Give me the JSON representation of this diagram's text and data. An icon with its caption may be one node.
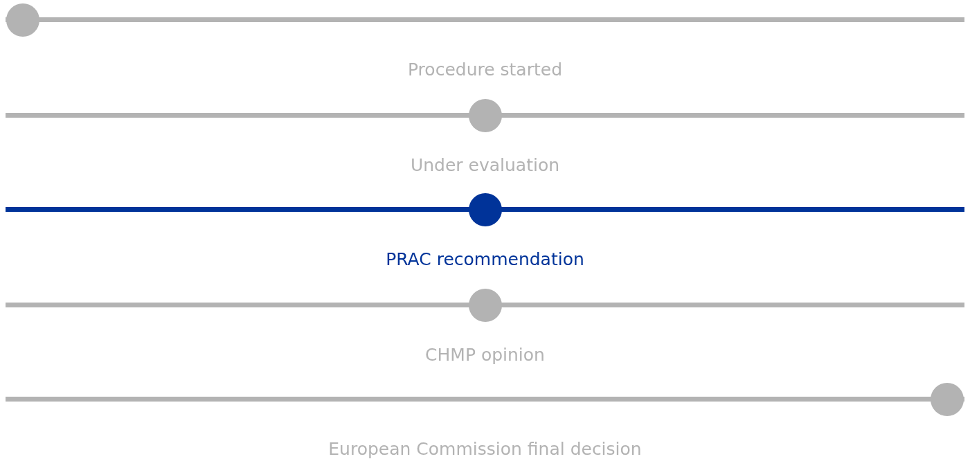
{
  "diagram": {
    "nodes": [
      {
        "text": [
          "Procedure started"
        ]
      },
      {
        "text": [
          "Under evaluation"
        ]
      },
      {
        "text": [
          "PRAC recommendation"
        ]
      },
      {
        "text": [
          "CHMP opinion"
        ]
      },
      {
        "text": [
          "European Commission final decision"
        ]
      }
    ]
  }
}
